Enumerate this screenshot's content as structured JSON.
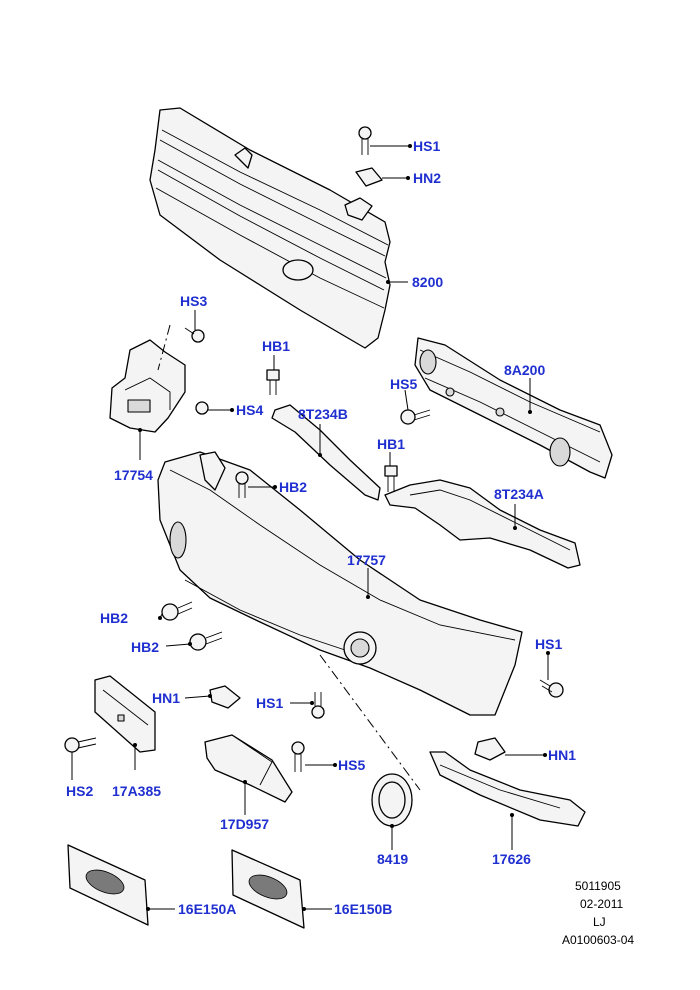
{
  "diagram": {
    "part_labels": {
      "hs1_top": "HS1",
      "hn2": "HN2",
      "grille": "8200",
      "hs3": "HS3",
      "hb1_left": "HB1",
      "hs4": "HS4",
      "bracket_left": "17754",
      "reinforcement": "8A200",
      "hs5_top": "HS5",
      "hb1_right": "HB1",
      "strip": "8T234B",
      "hb2_top": "HB2",
      "support": "8T234A",
      "bumper": "17757",
      "hb2_a": "HB2",
      "hb2_b": "HB2",
      "hs1_right": "HS1",
      "hn1_left": "HN1",
      "hs1_mid": "HS1",
      "plate_bracket": "17A385",
      "hs2": "HS2",
      "hs5_bottom": "HS5",
      "cover": "17D957",
      "hn1_right": "HN1",
      "ring": "8419",
      "lower_trim": "17626",
      "plate_a": "16E150A",
      "plate_b": "16E150B"
    },
    "reference": {
      "line1": "5011905",
      "line2": "02-2011",
      "line3": "LJ",
      "line4": "A0100603-04"
    }
  },
  "colors": {
    "callout": "#1f2fd0",
    "line": "#000000",
    "part_fill": "#f4f4f4"
  }
}
